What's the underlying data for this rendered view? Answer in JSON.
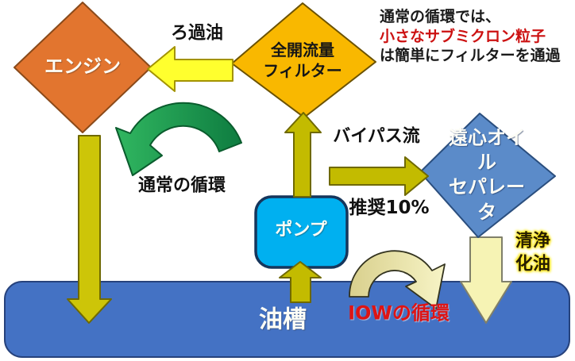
{
  "nodes": {
    "engine": {
      "label": "エンジン"
    },
    "filter": {
      "label": "全開流量\nフィルター"
    },
    "separator": {
      "label": "遠心オイル\nセパレータ"
    },
    "pump": {
      "label": "ポンプ"
    },
    "tank": {
      "label": "油槽"
    }
  },
  "labels": {
    "filtered_oil": "ろ過油",
    "bypass_flow": "バイパス流",
    "normal_circulation": "通常の循環",
    "recommended": "推奨10%",
    "clean_oil": "清浄化油",
    "iow_circulation": "IOWの循環"
  },
  "note": {
    "line1": "通常の循環では、",
    "line2": "小さなサブミクロン粒子",
    "line3": "は簡単にフィルターを通過"
  },
  "colors": {
    "engine_fill": "#E2752F",
    "engine_stroke": "#8A4A1A",
    "filter_fill": "#F9B800",
    "filter_stroke": "#6B5200",
    "separator_fill": "#5B8BC9",
    "separator_stroke": "#2A4E7E",
    "pump_fill": "#00B0F0",
    "pump_stroke": "#16365C",
    "tank_fill": "#4472C4",
    "tank_stroke": "#26427C",
    "yellow_fill": "#FFFF2E",
    "yellow_stroke": "#A39300",
    "olive_fill": "#C3BB00",
    "olive_stroke": "#6F6900",
    "olive_bright_fill": "#CDC508",
    "pale_fill": "#F6F3B4",
    "pale_stroke": "#80806A",
    "pale_dark": "#D8CF8C",
    "pale_light": "#F7F4C6",
    "pale_arc_stroke": "#33331F",
    "green_bright": "#2FB45F",
    "green_dark": "#0E7C40",
    "green_stroke": "#0A5C2D",
    "note_red": "#CC1111",
    "iow_red": "#DE1414"
  }
}
